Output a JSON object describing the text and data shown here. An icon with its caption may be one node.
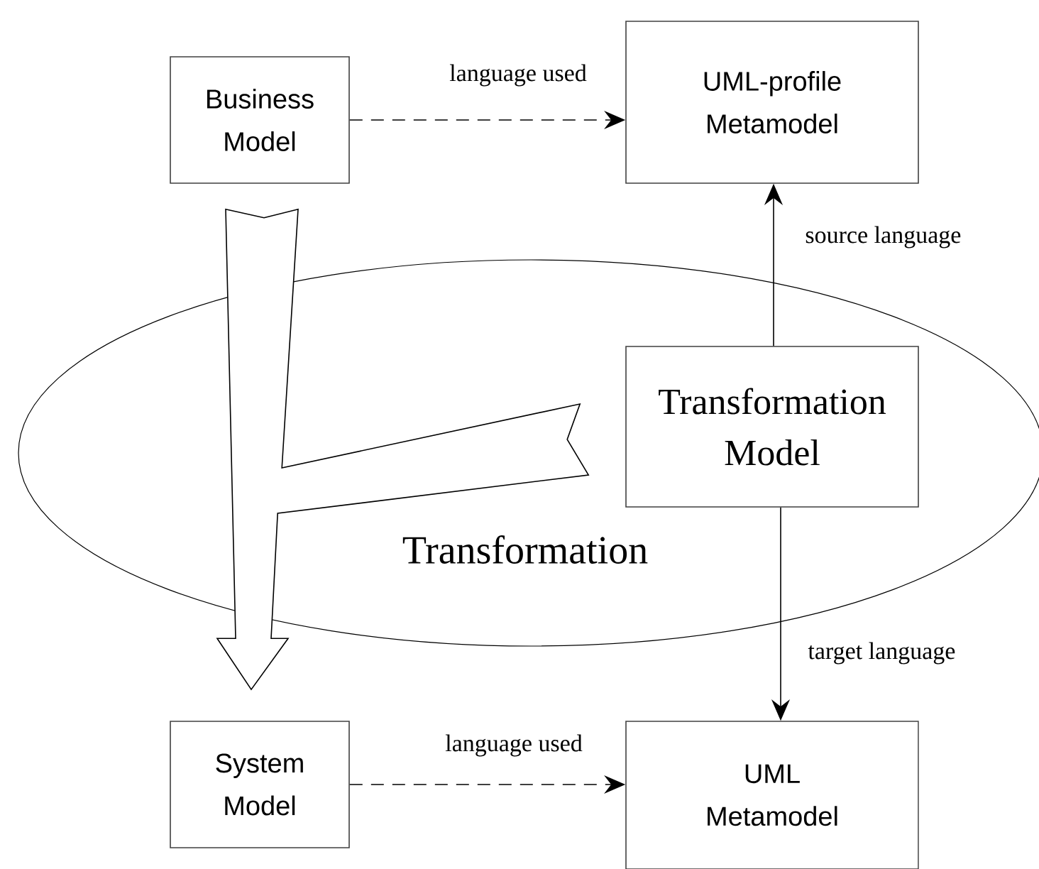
{
  "diagram": {
    "nodes": [
      {
        "text": [
          "Business Model"
        ]
      },
      {
        "text": [
          "UML-profile Metamodel"
        ]
      },
      {
        "text": [
          "Transformation"
        ]
      },
      {
        "text": [
          "Transformation Model"
        ],
        "in": 2
      },
      {
        "text": [
          "System Model"
        ]
      },
      {
        "text": [
          "UML Metamodel"
        ]
      }
    ],
    "edges": [
      {
        "from": 0,
        "to": 1,
        "arrow": "to",
        "label": "language used",
        "style": "dashed"
      },
      {
        "from": 3,
        "to": 1,
        "arrow": "to",
        "label": "source language"
      },
      {
        "from": 3,
        "to": 5,
        "arrow": "to",
        "label": "target language"
      },
      {
        "from": 4,
        "to": 5,
        "arrow": "to",
        "label": "language used",
        "style": "dashed"
      },
      {
        "from": 0,
        "to": 4,
        "arrow": "to",
        "style": "thick"
      },
      {
        "from": 3,
        "to": 4,
        "arrow": "to",
        "style": "thick"
      }
    ]
  }
}
